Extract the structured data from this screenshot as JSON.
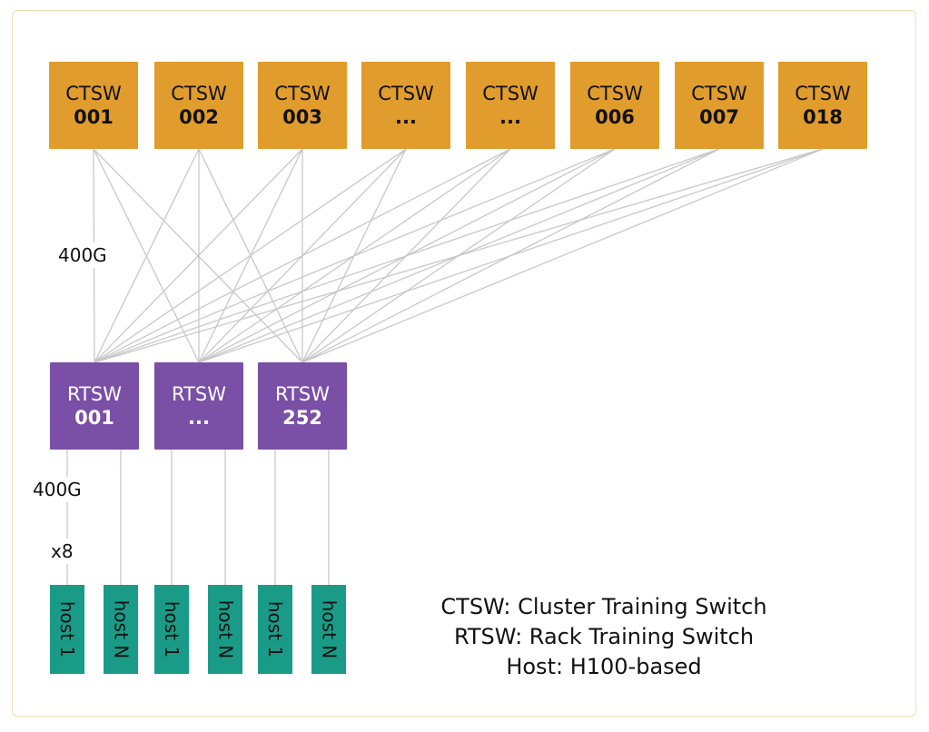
{
  "ctsw": [
    {
      "line1": "CTSW",
      "line2": "001"
    },
    {
      "line1": "CTSW",
      "line2": "002"
    },
    {
      "line1": "CTSW",
      "line2": "003"
    },
    {
      "line1": "CTSW",
      "line2": "..."
    },
    {
      "line1": "CTSW",
      "line2": "..."
    },
    {
      "line1": "CTSW",
      "line2": "006"
    },
    {
      "line1": "CTSW",
      "line2": "007"
    },
    {
      "line1": "CTSW",
      "line2": "018"
    }
  ],
  "rtsw": [
    {
      "line1": "RTSW",
      "line2": "001"
    },
    {
      "line1": "RTSW",
      "line2": "..."
    },
    {
      "line1": "RTSW",
      "line2": "252"
    }
  ],
  "hosts": [
    "host 1",
    "host N",
    "host 1",
    "host N",
    "host 1",
    "host N"
  ],
  "labels": {
    "uplink_speed": "400G",
    "downlink_speed": "400G",
    "downlink_multiplier": "x8"
  },
  "legend": [
    "CTSW: Cluster Training Switch",
    "RTSW: Rack Training Switch",
    "Host: H100-based"
  ],
  "colors": {
    "ctsw": "#e09c2d",
    "rtsw": "#7a4fa6",
    "host": "#1a9b87",
    "link": "#c8c8c8"
  }
}
